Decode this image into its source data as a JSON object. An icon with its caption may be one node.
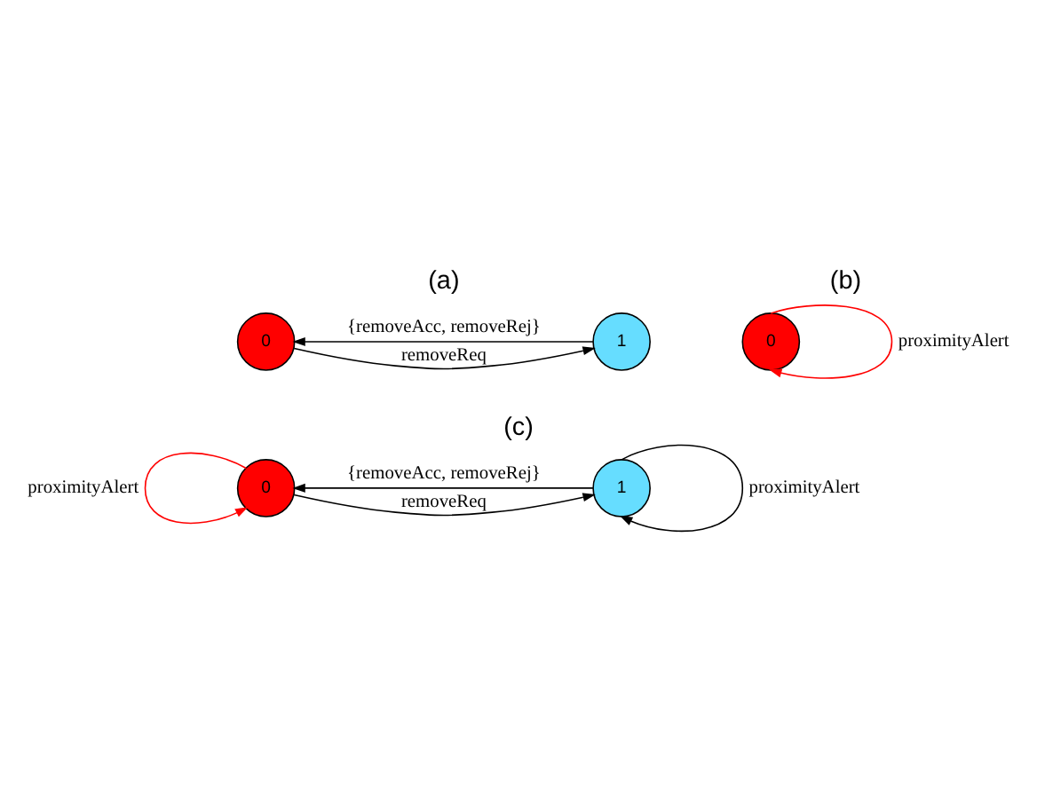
{
  "diagram": {
    "nodes": [
      {
        "text": [
          "0"
        ]
      },
      {
        "text": [
          "1"
        ]
      },
      {
        "text": [
          "0"
        ]
      },
      {
        "text": [
          "0"
        ]
      },
      {
        "text": [
          "1"
        ]
      }
    ],
    "edges": [
      {
        "from": 0,
        "to": 1,
        "arrow": "to",
        "label": "removeReq"
      },
      {
        "from": 1,
        "to": 0,
        "arrow": "to",
        "label": "{removeAcc, removeRej}"
      },
      {
        "from": 2,
        "to": 2,
        "arrow": "to",
        "label": "proximityAlert",
        "color": "#ff0000"
      },
      {
        "from": 3,
        "to": 4,
        "arrow": "to",
        "label": "removeReq"
      },
      {
        "from": 4,
        "to": 3,
        "arrow": "to",
        "label": "{removeAcc, removeRej}"
      },
      {
        "from": 3,
        "to": 3,
        "arrow": "to",
        "label": "proximityAlert",
        "color": "#ff0000"
      },
      {
        "from": 4,
        "to": 4,
        "arrow": "to",
        "label": "proximityAlert"
      }
    ],
    "labels": [
      "(a)",
      "(b)",
      "(c)"
    ]
  }
}
